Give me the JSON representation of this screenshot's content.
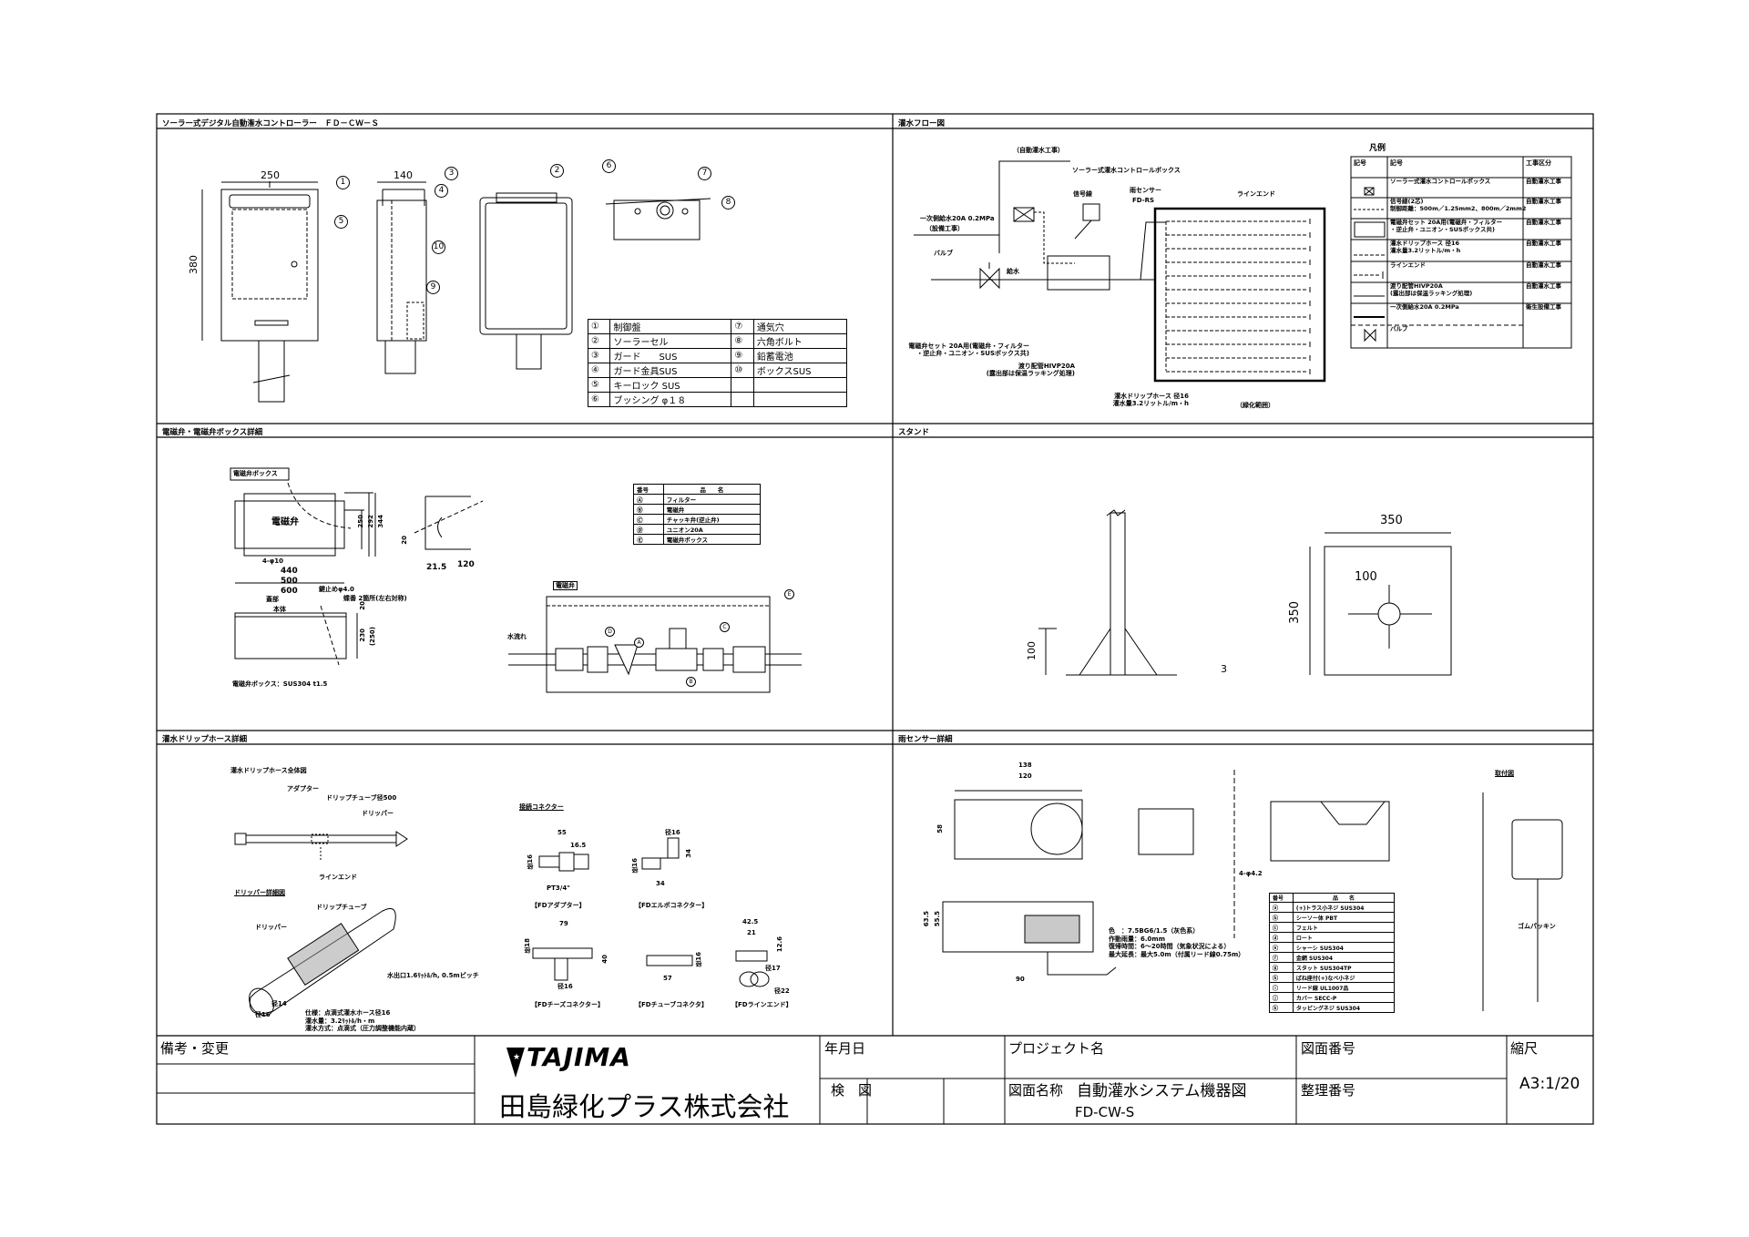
{
  "sections": {
    "controller": "ソーラー式デジタル自動潅水コントローラー　ＦＤ－ＣＷ－Ｓ",
    "flow": "灌水フロー図",
    "solenoid": "電磁弁・電磁弁ボックス詳細",
    "stand": "スタンド",
    "drip": "灌水ドリップホース詳細",
    "rain": "雨センサー詳細"
  },
  "controller": {
    "dims": {
      "width": "250",
      "height": "380",
      "depth": "140"
    },
    "callouts": [
      "1",
      "2",
      "3",
      "4",
      "5",
      "6",
      "7",
      "8",
      "9",
      "10"
    ],
    "parts": [
      {
        "no": "①",
        "name": "制御盤",
        "no2": "⑦",
        "name2": "通気穴"
      },
      {
        "no": "②",
        "name": "ソーラーセル",
        "no2": "⑧",
        "name2": "六角ボルト"
      },
      {
        "no": "③",
        "name": "ガード　　SUS",
        "no2": "⑨",
        "name2": "鉛蓄電池"
      },
      {
        "no": "④",
        "name": "ガード金具SUS",
        "no2": "⑩",
        "name2": "ボックスSUS"
      },
      {
        "no": "⑤",
        "name": "キーロック SUS",
        "no2": "",
        "name2": ""
      },
      {
        "no": "⑥",
        "name": "ブッシング φ１８",
        "no2": "",
        "name2": ""
      }
    ]
  },
  "flow": {
    "auto_work": "（自動灌水工事）",
    "control_box": "ソーラー式灌水コントロールボックス",
    "signal": "信号線",
    "rain_sensor": "雨センサー",
    "rain_model": "FD-RS",
    "line_end": "ラインエンド",
    "supply_1": "一次側給水20A 0.2MPa",
    "supply_2": "（設備工事）",
    "valve": "バルブ",
    "water": "給水",
    "valve_set_1": "電磁弁セット 20A用(電磁弁・フィルター",
    "valve_set_2": "・逆止弁・ユニオン・SUSボックス共)",
    "pipe_1": "渡り配管HIVP20A",
    "pipe_2": "(露出部は保温ラッキング処理)",
    "hose_1": "灌水ドリップホース 径16",
    "hose_2": "灌水量3.2リットル/m・h",
    "green_area": "（緑化範囲）",
    "legend_title": "凡例",
    "legend_headers": [
      "記号",
      "記号",
      "工事区分"
    ],
    "legend": [
      {
        "desc": "ソーラー式灌水コントロールボックス",
        "work": "自動灌水工事"
      },
      {
        "desc": "信号線(2芯)\n制御距離：500m／1.25mm2、800m／2mm2",
        "work": "自動灌水工事"
      },
      {
        "desc": "電磁弁セット 20A用(電磁弁・フィルター\n・逆止弁・ユニオン・SUSボックス共)",
        "work": "自動灌水工事"
      },
      {
        "desc": "灌水ドリップホース 径16\n灌水量3.2リットル/m・h",
        "work": "自動灌水工事"
      },
      {
        "desc": "ラインエンド",
        "work": "自動灌水工事"
      },
      {
        "desc": "渡り配管HIVP20A\n(露出部は保温ラッキング処理)",
        "work": "自動灌水工事"
      },
      {
        "desc": "一次側給水20A 0.2MPa",
        "work": "衛生設備工事"
      },
      {
        "desc": "バルブ",
        "work": ""
      }
    ]
  },
  "solenoid": {
    "box_label": "電磁弁ボックス",
    "valve_text": "電磁弁",
    "dims_v": [
      "250",
      "292",
      "344"
    ],
    "holes": "4-φ10",
    "dims_h": [
      "440",
      "500",
      "600"
    ],
    "side_dims": [
      "20",
      "21.5",
      "120"
    ],
    "key": "鍵止めφ4.0",
    "hinge": "蝶番 2箇所(左右対称)",
    "lid": "蓋部",
    "body": "本体",
    "front_dims": [
      "20",
      "230",
      "(250)"
    ],
    "material": "電磁弁ボックス：SUS304 t1.5",
    "table_headers": [
      "番号",
      "品　　名"
    ],
    "parts": [
      {
        "no": "Ⓐ",
        "name": "フィルター"
      },
      {
        "no": "Ⓑ",
        "name": "電磁弁"
      },
      {
        "no": "Ⓒ",
        "name": "チャッキ弁(逆止弁)"
      },
      {
        "no": "Ⓓ",
        "name": "ユニオン20A"
      },
      {
        "no": "Ⓔ",
        "name": "電磁弁ボックス"
      }
    ],
    "assembly_label": "電磁弁",
    "flow_label": "水流れ",
    "callouts": [
      "A",
      "B",
      "C",
      "D",
      "E"
    ]
  },
  "stand": {
    "post_height": "100",
    "plate_thickness": "3",
    "plate_w": "350",
    "plate_h": "350",
    "arm": "100"
  },
  "drip": {
    "overall": "灌水ドリップホース全体図",
    "adapter": "アダプター",
    "tube": "ドリップチューブ径500",
    "dripper": "ドリッパー",
    "line_end": "ラインエンド",
    "detail_title": "ドリッパー詳細図",
    "detail_tube": "ドリップチューブ",
    "detail_dripper": "ドリッパー",
    "outlet": "水出口1.6ﾘｯﾄﾙ/h, 0.5mピッチ",
    "d14": "径14",
    "d16": "径16",
    "spec": [
      "仕様：点滴式灌水ホース径16",
      "灌水量：3.2ﾘｯﾄﾙ/h・m",
      "灌水方式：点滴式（圧力調整機能内蔵）"
    ],
    "connector_title": "接続コネクター",
    "connectors": {
      "adapter": {
        "name": "【FDアダプター】",
        "dims": [
          "55",
          "16.5",
          "径16",
          "PT3/4\""
        ]
      },
      "elbow": {
        "name": "【FDエルボコネクター】",
        "dims": [
          "径16",
          "34",
          "径16",
          "34"
        ]
      },
      "tee": {
        "name": "【FDチーズコネクター】",
        "dims": [
          "79",
          "径18",
          "40",
          "径16"
        ]
      },
      "tube": {
        "name": "【FDチューブコネクタ】",
        "dims": [
          "径16",
          "57"
        ]
      },
      "lineend": {
        "name": "【FDラインエンド】",
        "dims": [
          "42.5",
          "21",
          "12.6",
          "径17",
          "径22"
        ]
      }
    }
  },
  "rain": {
    "dims": [
      "138",
      "120",
      "58",
      "90",
      "63.5",
      "55.5"
    ],
    "holes": "4-φ4.2",
    "mount_title": "取付図",
    "packing": "ゴムパッキン",
    "spec": [
      "色　：7.5BG6/1.5（灰色系）",
      "作動雨量：6.0mm",
      "復帰時間：6～20時間（気象状況による）",
      "最大延長：最大5.0m（付属リード線0.75m）"
    ],
    "table_headers": [
      "番号",
      "品　　名"
    ],
    "parts": [
      {
        "no": "ⓐ",
        "name": "(+)トラス小ネジ SUS304"
      },
      {
        "no": "ⓑ",
        "name": "シーソー体 PBT"
      },
      {
        "no": "ⓒ",
        "name": "フェルト"
      },
      {
        "no": "ⓓ",
        "name": "ロート"
      },
      {
        "no": "ⓔ",
        "name": "シャーシ SUS304"
      },
      {
        "no": "ⓕ",
        "name": "金網 SUS304"
      },
      {
        "no": "ⓖ",
        "name": "スタット SUS304TP"
      },
      {
        "no": "ⓗ",
        "name": "ばね座付(+)なべ小ネジ"
      },
      {
        "no": "ⓘ",
        "name": "リード線 UL1007品"
      },
      {
        "no": "ⓙ",
        "name": "カバー SECC-P"
      },
      {
        "no": "ⓚ",
        "name": "タッピングネジ SUS304"
      }
    ]
  },
  "title_block": {
    "remarks": "備考・変更",
    "logo": "TAJIMA",
    "company": "田島緑化プラス株式会社",
    "date": "年月日",
    "check": "検　図",
    "project": "プロジェクト名",
    "drawing_name_label": "図面名称",
    "drawing_name": "自動灌水システム機器図",
    "drawing_model": "FD-CW-S",
    "drawing_number": "図面番号",
    "file_number": "整理番号",
    "scale_label": "縮尺",
    "scale": "A3:1/20"
  }
}
